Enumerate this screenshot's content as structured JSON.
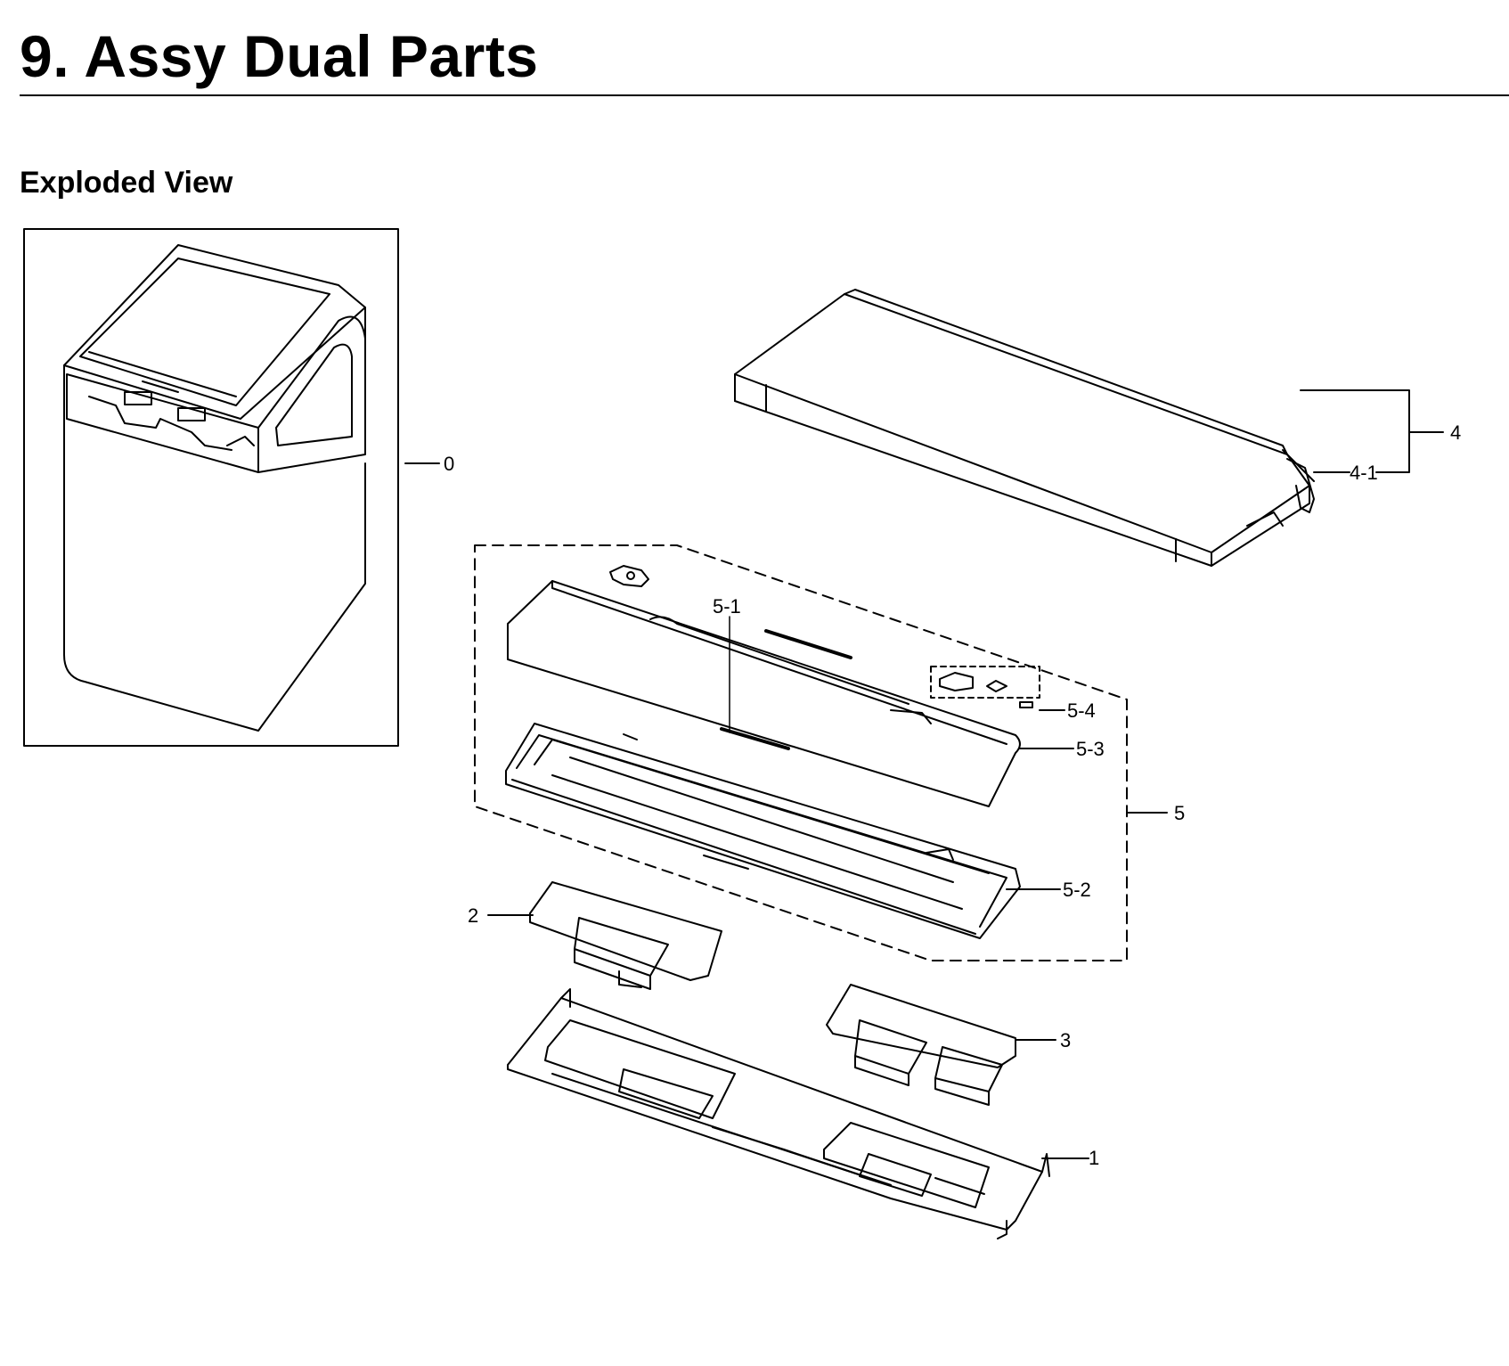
{
  "page": {
    "title": "9.  Assy Dual Parts",
    "subtitle": "Exploded View"
  },
  "callouts": {
    "c0": "0",
    "c1": "1",
    "c2": "2",
    "c3": "3",
    "c4": "4",
    "c4_1": "4-1",
    "c5": "5",
    "c5_1": "5-1",
    "c5_2": "5-2",
    "c5_3": "5-3",
    "c5_4": "5-4"
  }
}
